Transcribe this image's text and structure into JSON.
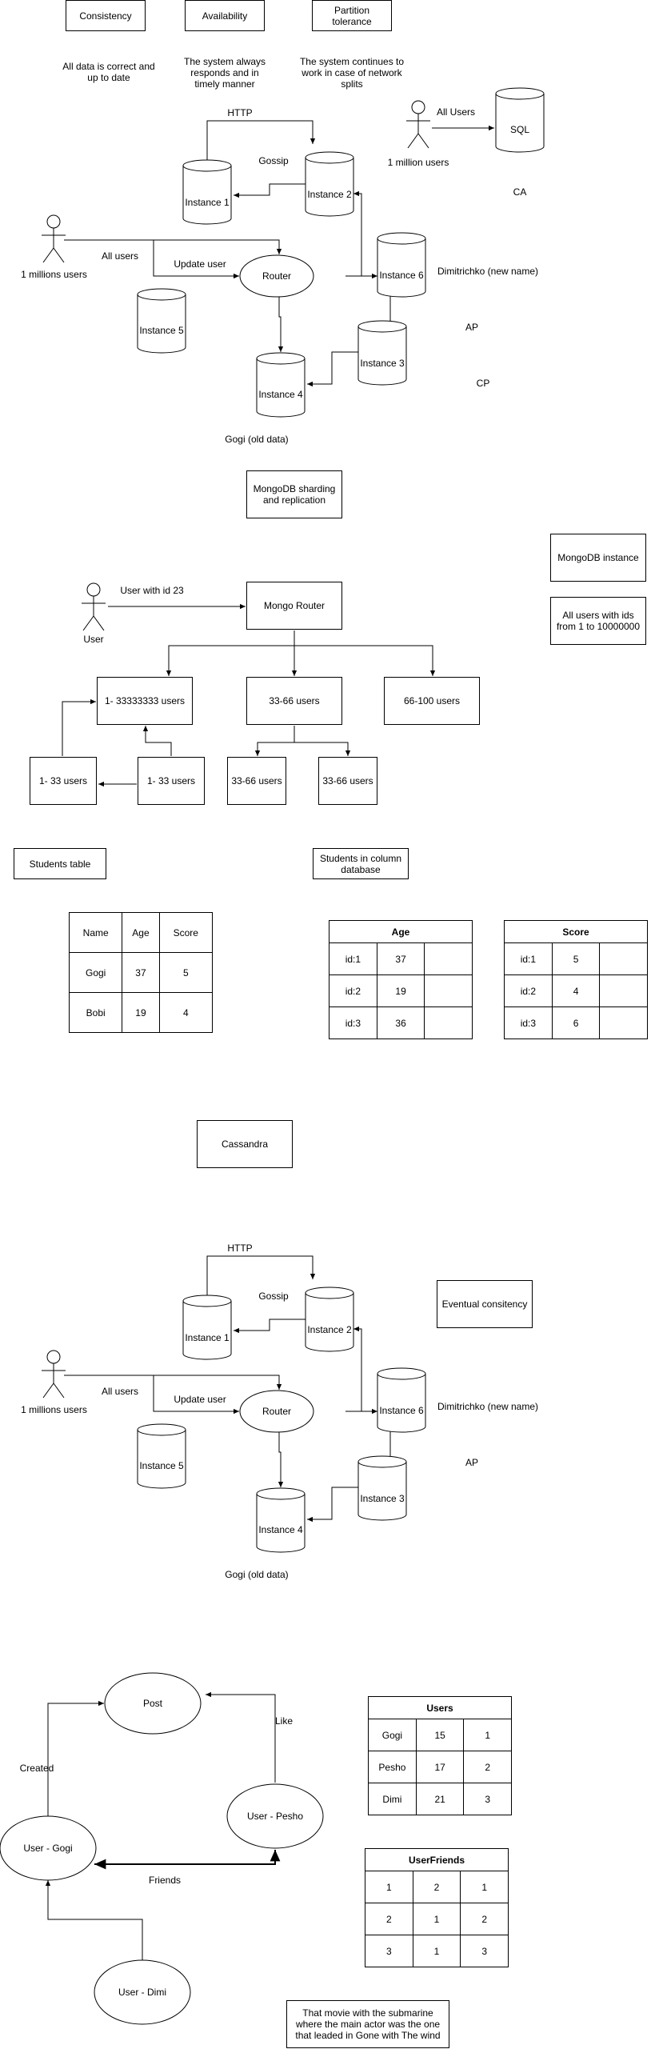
{
  "cap": {
    "consistency": "Consistency",
    "availability": "Availability",
    "partition": "Partition tolerance",
    "consistency_desc": "All data is correct and up to date",
    "availability_desc": "The system always responds and in timely manner",
    "partition_desc": "The system continues to work in case of network splits"
  },
  "top": {
    "http": "HTTP",
    "gossip": "Gossip",
    "instance1": "Instance 1",
    "instance2": "Instance 2",
    "instance3": "Instance 3",
    "instance4": "Instance 4",
    "instance5": "Instance 5",
    "instance6": "Instance 6",
    "router": "Router",
    "users": "1 millions users",
    "all_users": "All users",
    "update_user": "Update user",
    "dimitrichko": "Dimitrichko (new name)",
    "gogi_old": "Gogi (old data)",
    "sql": "SQL",
    "all_users_sql": "All Users",
    "million_users": "1 million users",
    "ca": "CA",
    "ap": "AP",
    "cp": "CP"
  },
  "mongo": {
    "title": "MongoDB sharding and replication",
    "instance": "MongoDB instance",
    "instance_desc": "All users with ids from 1 to 10000000",
    "user_label": "User",
    "user_with_id": "User with id 23",
    "router": "Mongo Router",
    "shard1": "1- 33333333 users",
    "shard2": "33-66 users",
    "shard3": "66-100 users",
    "replica1a": "1- 33 users",
    "replica1b": "1- 33 users",
    "replica2a": "33-66 users",
    "replica2b": "33-66 users"
  },
  "students": {
    "table_title": "Students table",
    "column_title": "Students in column database",
    "headers": [
      "Name",
      "Age",
      "Score"
    ],
    "rows": [
      [
        "Gogi",
        "37",
        "5"
      ],
      [
        "Bobi",
        "19",
        "4"
      ]
    ],
    "age_title": "Age",
    "age_rows": [
      [
        "id:1",
        "37",
        ""
      ],
      [
        "id:2",
        "19",
        ""
      ],
      [
        "id:3",
        "36",
        ""
      ]
    ],
    "score_title": "Score",
    "score_rows": [
      [
        "id:1",
        "5",
        ""
      ],
      [
        "id:2",
        "4",
        ""
      ],
      [
        "id:3",
        "6",
        ""
      ]
    ]
  },
  "cassandra": {
    "title": "Cassandra",
    "http": "HTTP",
    "gossip": "Gossip",
    "instance1": "Instance 1",
    "instance2": "Instance 2",
    "instance3": "Instance 3",
    "instance4": "Instance 4",
    "instance5": "Instance 5",
    "instance6": "Instance 6",
    "router": "Router",
    "users": "1 millions users",
    "all_users": "All users",
    "update_user": "Update user",
    "dimitrichko": "Dimitrichko (new name)",
    "gogi_old": "Gogi (old data)",
    "eventual": "Eventual consitency",
    "ap": "AP"
  },
  "graph": {
    "post": "Post",
    "gogi": "User - Gogi",
    "pesho": "User - Pesho",
    "dimi": "User - Dimi",
    "created": "Created",
    "like": "Like",
    "friends": "Friends",
    "movie_note": "That movie with the submarine where the main actor was the one that leaded in Gone with The wind"
  },
  "users_table": {
    "title": "Users",
    "rows": [
      [
        "Gogi",
        "15",
        "1"
      ],
      [
        "Pesho",
        "17",
        "2"
      ],
      [
        "Dimi",
        "21",
        "3"
      ]
    ]
  },
  "userfriends_table": {
    "title": "UserFriends",
    "rows": [
      [
        "1",
        "2",
        "1"
      ],
      [
        "2",
        "1",
        "2"
      ],
      [
        "3",
        "1",
        "3"
      ]
    ]
  }
}
